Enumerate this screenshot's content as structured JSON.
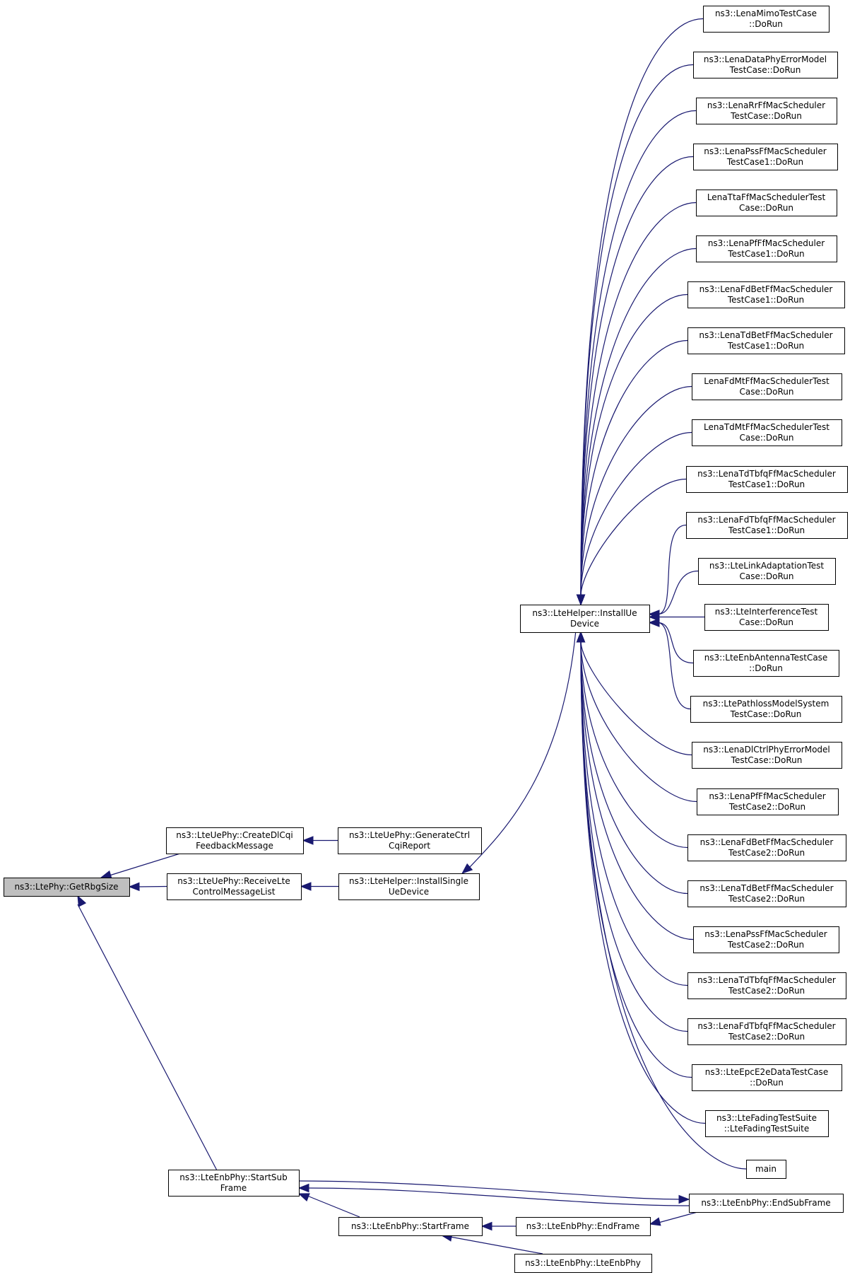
{
  "nodes": [
    {
      "id": "getrbgsize",
      "lines": [
        "ns3::LtePhy::GetRbgSize"
      ],
      "root": true
    },
    {
      "id": "createdlcqi",
      "lines": [
        "ns3::LteUePhy::CreateDlCqi",
        "FeedbackMessage"
      ]
    },
    {
      "id": "receivelte",
      "lines": [
        "ns3::LteUePhy::ReceiveLte",
        "ControlMessageList"
      ]
    },
    {
      "id": "startsubframe",
      "lines": [
        "ns3::LteEnbPhy::StartSub",
        "Frame"
      ]
    },
    {
      "id": "generatectrl",
      "lines": [
        "ns3::LteUePhy::GenerateCtrl",
        "CqiReport"
      ]
    },
    {
      "id": "installsingle",
      "lines": [
        "ns3::LteHelper::InstallSingle",
        "UeDevice"
      ]
    },
    {
      "id": "startframe",
      "lines": [
        "ns3::LteEnbPhy::StartFrame"
      ]
    },
    {
      "id": "installue",
      "lines": [
        "ns3::LteHelper::InstallUe",
        "Device"
      ]
    },
    {
      "id": "endframe",
      "lines": [
        "ns3::LteEnbPhy::EndFrame"
      ]
    },
    {
      "id": "lteenbphy",
      "lines": [
        "ns3::LteEnbPhy::LteEnbPhy"
      ]
    },
    {
      "id": "endsubframe",
      "lines": [
        "ns3::LteEnbPhy::EndSubFrame"
      ]
    },
    {
      "id": "c1",
      "lines": [
        "ns3::LenaMimoTestCase",
        "::DoRun"
      ]
    },
    {
      "id": "c2",
      "lines": [
        "ns3::LenaDataPhyErrorModel",
        "TestCase::DoRun"
      ]
    },
    {
      "id": "c3",
      "lines": [
        "ns3::LenaRrFfMacScheduler",
        "TestCase::DoRun"
      ]
    },
    {
      "id": "c4",
      "lines": [
        "ns3::LenaPssFfMacScheduler",
        "TestCase1::DoRun"
      ]
    },
    {
      "id": "c5",
      "lines": [
        "LenaTtaFfMacSchedulerTest",
        "Case::DoRun"
      ]
    },
    {
      "id": "c6",
      "lines": [
        "ns3::LenaPfFfMacScheduler",
        "TestCase1::DoRun"
      ]
    },
    {
      "id": "c7",
      "lines": [
        "ns3::LenaFdBetFfMacScheduler",
        "TestCase1::DoRun"
      ]
    },
    {
      "id": "c8",
      "lines": [
        "ns3::LenaTdBetFfMacScheduler",
        "TestCase1::DoRun"
      ]
    },
    {
      "id": "c9",
      "lines": [
        "LenaFdMtFfMacSchedulerTest",
        "Case::DoRun"
      ]
    },
    {
      "id": "c10",
      "lines": [
        "LenaTdMtFfMacSchedulerTest",
        "Case::DoRun"
      ]
    },
    {
      "id": "c11",
      "lines": [
        "ns3::LenaTdTbfqFfMacScheduler",
        "TestCase1::DoRun"
      ]
    },
    {
      "id": "c12",
      "lines": [
        "ns3::LenaFdTbfqFfMacScheduler",
        "TestCase1::DoRun"
      ]
    },
    {
      "id": "c13",
      "lines": [
        "ns3::LteLinkAdaptationTest",
        "Case::DoRun"
      ]
    },
    {
      "id": "c14",
      "lines": [
        "ns3::LteInterferenceTest",
        "Case::DoRun"
      ]
    },
    {
      "id": "c15",
      "lines": [
        "ns3::LteEnbAntennaTestCase",
        "::DoRun"
      ]
    },
    {
      "id": "c16",
      "lines": [
        "ns3::LtePathlossModelSystem",
        "TestCase::DoRun"
      ]
    },
    {
      "id": "c17",
      "lines": [
        "ns3::LenaDlCtrlPhyErrorModel",
        "TestCase::DoRun"
      ]
    },
    {
      "id": "c18",
      "lines": [
        "ns3::LenaPfFfMacScheduler",
        "TestCase2::DoRun"
      ]
    },
    {
      "id": "c19",
      "lines": [
        "ns3::LenaFdBetFfMacScheduler",
        "TestCase2::DoRun"
      ]
    },
    {
      "id": "c20",
      "lines": [
        "ns3::LenaTdBetFfMacScheduler",
        "TestCase2::DoRun"
      ]
    },
    {
      "id": "c21",
      "lines": [
        "ns3::LenaPssFfMacScheduler",
        "TestCase2::DoRun"
      ]
    },
    {
      "id": "c22",
      "lines": [
        "ns3::LenaTdTbfqFfMacScheduler",
        "TestCase2::DoRun"
      ]
    },
    {
      "id": "c23",
      "lines": [
        "ns3::LenaFdTbfqFfMacScheduler",
        "TestCase2::DoRun"
      ]
    },
    {
      "id": "c24",
      "lines": [
        "ns3::LteEpcE2eDataTestCase",
        "::DoRun"
      ]
    },
    {
      "id": "c25",
      "lines": [
        "ns3::LteFadingTestSuite",
        "::LteFadingTestSuite"
      ]
    },
    {
      "id": "c26",
      "lines": [
        "main"
      ]
    }
  ],
  "edges": [
    {
      "from": "createdlcqi",
      "to": "getrbgsize"
    },
    {
      "from": "receivelte",
      "to": "getrbgsize"
    },
    {
      "from": "startsubframe",
      "to": "getrbgsize"
    },
    {
      "from": "generatectrl",
      "to": "createdlcqi"
    },
    {
      "from": "installsingle",
      "to": "receivelte"
    },
    {
      "from": "installue",
      "to": "installsingle"
    },
    {
      "from": "endsubframe",
      "to": "startsubframe"
    },
    {
      "from": "startframe",
      "to": "startsubframe"
    },
    {
      "from": "startsubframe",
      "to": "endsubframe"
    },
    {
      "from": "endframe",
      "to": "startframe"
    },
    {
      "from": "lteenbphy",
      "to": "startframe"
    },
    {
      "from": "endsubframe",
      "to": "endframe"
    },
    {
      "from": "c1",
      "to": "installue"
    },
    {
      "from": "c2",
      "to": "installue"
    },
    {
      "from": "c3",
      "to": "installue"
    },
    {
      "from": "c4",
      "to": "installue"
    },
    {
      "from": "c5",
      "to": "installue"
    },
    {
      "from": "c6",
      "to": "installue"
    },
    {
      "from": "c7",
      "to": "installue"
    },
    {
      "from": "c8",
      "to": "installue"
    },
    {
      "from": "c9",
      "to": "installue"
    },
    {
      "from": "c10",
      "to": "installue"
    },
    {
      "from": "c11",
      "to": "installue"
    },
    {
      "from": "c12",
      "to": "installue"
    },
    {
      "from": "c13",
      "to": "installue"
    },
    {
      "from": "c14",
      "to": "installue"
    },
    {
      "from": "c15",
      "to": "installue"
    },
    {
      "from": "c16",
      "to": "installue"
    },
    {
      "from": "c17",
      "to": "installue"
    },
    {
      "from": "c18",
      "to": "installue"
    },
    {
      "from": "c19",
      "to": "installue"
    },
    {
      "from": "c20",
      "to": "installue"
    },
    {
      "from": "c21",
      "to": "installue"
    },
    {
      "from": "c22",
      "to": "installue"
    },
    {
      "from": "c23",
      "to": "installue"
    },
    {
      "from": "c24",
      "to": "installue"
    },
    {
      "from": "c25",
      "to": "installue"
    },
    {
      "from": "c26",
      "to": "installue"
    }
  ]
}
